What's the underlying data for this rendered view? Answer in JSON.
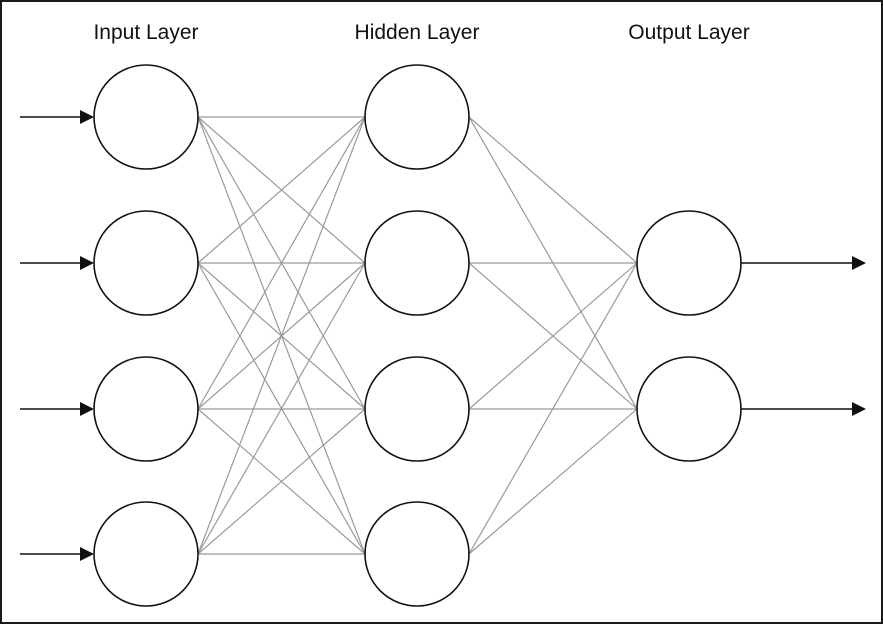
{
  "diagram": {
    "layers": [
      {
        "id": "input",
        "title": "Input Layer",
        "node_count": 4
      },
      {
        "id": "hidden",
        "title": "Hidden Layer",
        "node_count": 4
      },
      {
        "id": "output",
        "title": "Output Layer",
        "node_count": 2
      }
    ],
    "connections": "fully-connected",
    "input_arrows": 4,
    "output_arrows": 2,
    "colors": {
      "node_stroke": "#111111",
      "edge": "#9a9a9a",
      "arrow": "#111111",
      "background": "#ffffff"
    }
  }
}
